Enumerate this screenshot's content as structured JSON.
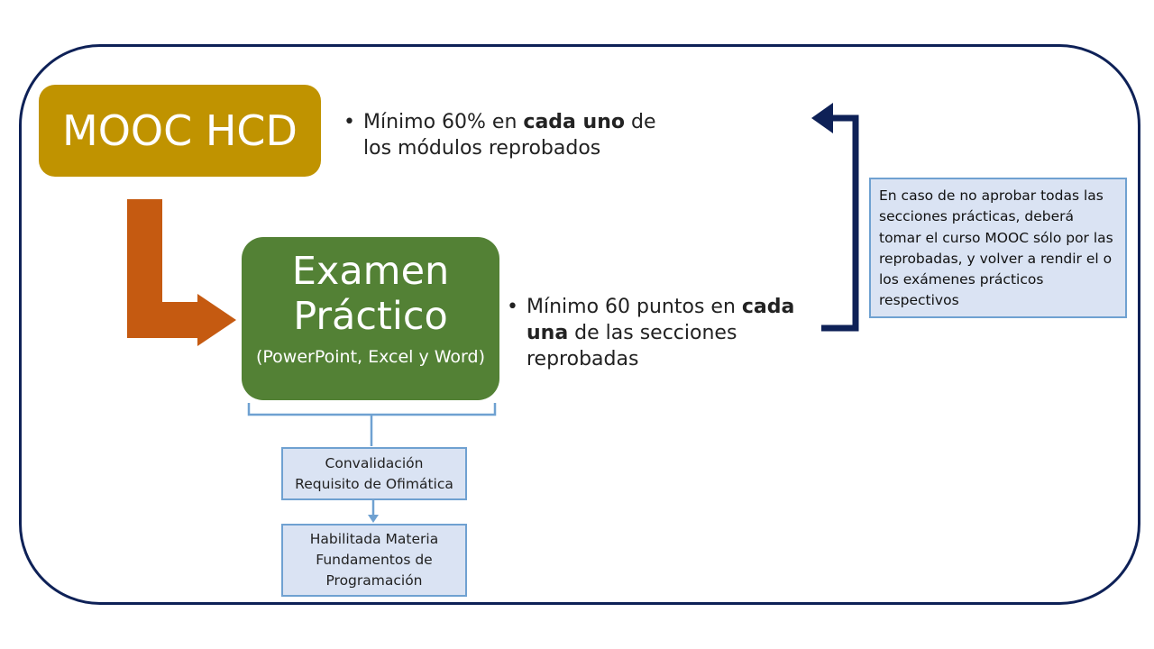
{
  "mooc": {
    "label": "MOOC HCD"
  },
  "exam": {
    "line1": "Examen",
    "line2": "Práctico",
    "sub": "(PowerPoint, Excel y Word)"
  },
  "bullet1": {
    "pre": "Mínimo 60% en ",
    "bold": "cada uno",
    "post": " de los módulos reprobados"
  },
  "bullet2": {
    "pre": "Mínimo 60 puntos en ",
    "bold": "cada una",
    "post": " de las secciones reprobadas"
  },
  "note": {
    "text": "En caso de no aprobar todas las secciones prácticas, deberá tomar el curso MOOC sólo por las reprobadas, y volver a rendir el o los exámenes prácticos respectivos"
  },
  "convalidacion": {
    "line1": "Convalidación",
    "line2": "Requisito de Ofimática"
  },
  "habilitada": {
    "line1": "Habilitada Materia",
    "line2": "Fundamentos de",
    "line3": "Programación"
  },
  "colors": {
    "mooc": "#c09300",
    "exam": "#538135",
    "arrow_orange": "#c55a11",
    "navy": "#0e2157",
    "note_bg": "#dae3f3",
    "note_border": "#6fa1d1"
  }
}
